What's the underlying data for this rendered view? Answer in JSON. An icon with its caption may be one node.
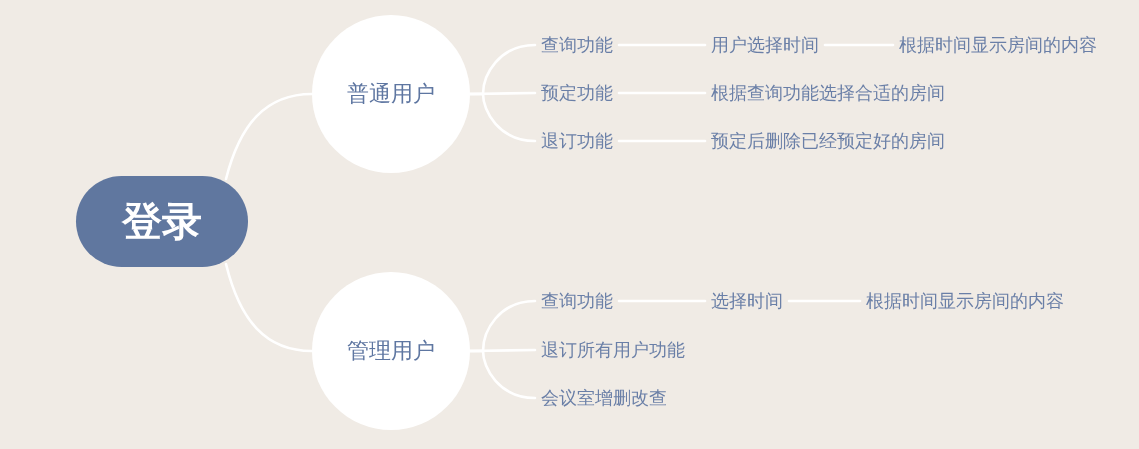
{
  "diagram": {
    "nodes": [
      {
        "text": [
          "登录"
        ]
      },
      {
        "text": [
          "普通用户"
        ]
      },
      {
        "text": [
          "查询功能"
        ]
      },
      {
        "text": [
          "用户选择时间"
        ]
      },
      {
        "text": [
          "根据时间显示房间的内容"
        ]
      },
      {
        "text": [
          "预定功能"
        ]
      },
      {
        "text": [
          "根据查询功能选择合适的房间"
        ]
      },
      {
        "text": [
          "退订功能"
        ]
      },
      {
        "text": [
          "预定后删除已经预定好的房间"
        ]
      },
      {
        "text": [
          "管理用户"
        ]
      },
      {
        "text": [
          "查询功能"
        ]
      },
      {
        "text": [
          "选择时间"
        ]
      },
      {
        "text": [
          "根据时间显示房间的内容"
        ]
      },
      {
        "text": [
          "退订所有用户功能"
        ]
      },
      {
        "text": [
          "会议室增删改查"
        ]
      }
    ],
    "edges": [
      {
        "from": 0,
        "to": 1,
        "arrow": "none"
      },
      {
        "from": 1,
        "to": 2,
        "arrow": "none"
      },
      {
        "from": 2,
        "to": 3,
        "arrow": "none"
      },
      {
        "from": 3,
        "to": 4,
        "arrow": "none"
      },
      {
        "from": 1,
        "to": 5,
        "arrow": "none"
      },
      {
        "from": 5,
        "to": 6,
        "arrow": "none"
      },
      {
        "from": 1,
        "to": 7,
        "arrow": "none"
      },
      {
        "from": 7,
        "to": 8,
        "arrow": "none"
      },
      {
        "from": 0,
        "to": 9,
        "arrow": "none"
      },
      {
        "from": 9,
        "to": 10,
        "arrow": "none"
      },
      {
        "from": 10,
        "to": 11,
        "arrow": "none"
      },
      {
        "from": 11,
        "to": 12,
        "arrow": "none"
      },
      {
        "from": 9,
        "to": 13,
        "arrow": "none"
      },
      {
        "from": 9,
        "to": 14,
        "arrow": "none"
      }
    ]
  }
}
